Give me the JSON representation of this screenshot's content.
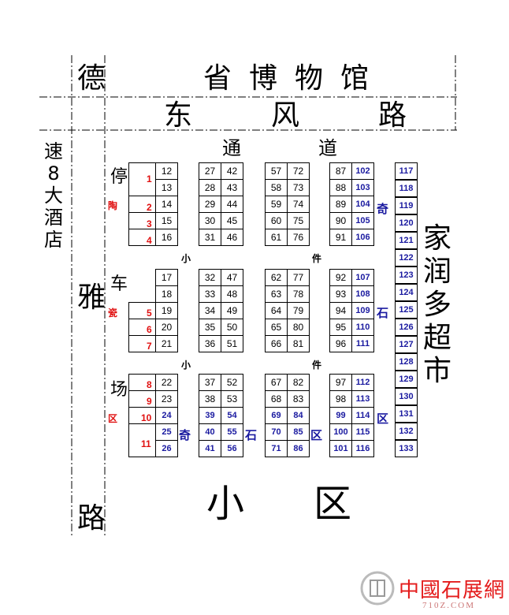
{
  "roads": {
    "top_building": "省博物馆",
    "east_road": "东风路",
    "ya_road_top": "德",
    "ya_road_mid": "雅",
    "ya_road_bottom": "路",
    "passage": [
      "通",
      "道"
    ]
  },
  "left_labels": {
    "hotel": [
      "速",
      "8",
      "大",
      "酒",
      "店"
    ],
    "parking": [
      "停",
      "车",
      "场"
    ]
  },
  "right_labels": {
    "supermarket": [
      "家",
      "润",
      "多",
      "超",
      "市"
    ]
  },
  "bottom_label": [
    "小",
    "区"
  ],
  "small_items": {
    "label_a": "小",
    "label_b": "件"
  },
  "red_block": {
    "numbers": [
      "1",
      "2",
      "3",
      "4",
      "5",
      "6",
      "7",
      "8",
      "9",
      "10",
      "11"
    ],
    "tags": [
      "陶",
      "瓷",
      "区"
    ]
  },
  "stone_tags": {
    "qi": "奇",
    "shi": "石",
    "qu": "区"
  },
  "booths": {
    "col_a": [
      "12",
      "13",
      "14",
      "15",
      "16",
      "17",
      "18",
      "19",
      "20",
      "21",
      "22",
      "23",
      "24",
      "25",
      "26"
    ],
    "col_b1": [
      "27",
      "28",
      "29",
      "30",
      "31",
      "32",
      "33",
      "34",
      "35",
      "36",
      "37",
      "38",
      "39",
      "40",
      "41"
    ],
    "col_b2": [
      "42",
      "43",
      "44",
      "45",
      "46",
      "47",
      "48",
      "49",
      "50",
      "51",
      "52",
      "53",
      "54",
      "55",
      "56"
    ],
    "col_c1": [
      "57",
      "58",
      "59",
      "60",
      "61",
      "62",
      "63",
      "64",
      "65",
      "66",
      "67",
      "68",
      "69",
      "70",
      "71"
    ],
    "col_c2": [
      "72",
      "73",
      "74",
      "75",
      "76",
      "77",
      "78",
      "79",
      "80",
      "81",
      "82",
      "83",
      "84",
      "85",
      "86"
    ],
    "col_d1": [
      "87",
      "88",
      "89",
      "90",
      "91",
      "92",
      "93",
      "94",
      "95",
      "96",
      "97",
      "98",
      "99",
      "100",
      "101"
    ],
    "col_d2": [
      "102",
      "103",
      "104",
      "105",
      "106",
      "107",
      "108",
      "109",
      "110",
      "111",
      "112",
      "113",
      "114",
      "115",
      "116"
    ],
    "col_e": [
      "117",
      "118",
      "119",
      "120",
      "121",
      "122",
      "123",
      "124",
      "125",
      "126",
      "127",
      "128",
      "129",
      "130",
      "131",
      "132",
      "133"
    ]
  },
  "watermark": {
    "name": "中國石展網",
    "url": "710Z.COM"
  },
  "colors": {
    "red": "#e01010",
    "blue": "#1a1aa0",
    "line": "#000000"
  }
}
